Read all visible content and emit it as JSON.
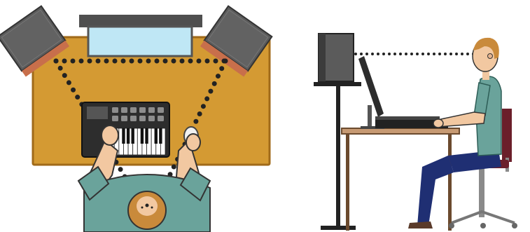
{
  "figure": {
    "panels": [
      {
        "id": "top-view",
        "kind": "illustration"
      },
      {
        "id": "side-view",
        "kind": "illustration"
      }
    ]
  },
  "colors": {
    "desk_top": "#d49a33",
    "desk_edge": "#a06a19",
    "monitor_frame": "#4f4f4f",
    "monitor_screen": "#bfe7f5",
    "speaker_body": "#5b5b5b",
    "speaker_accent": "#c86f4b",
    "shirt": "#6aa39b",
    "shirt_dark": "#3f7f75",
    "hair": "#c98a3b",
    "skin": "#f2c8a1",
    "pants": "#1f2f73",
    "chair_seat": "#6b1f2b",
    "chair_metal": "#8a8a8a",
    "keyboard_dark": "#2d2d2d",
    "dots": "#222222"
  }
}
